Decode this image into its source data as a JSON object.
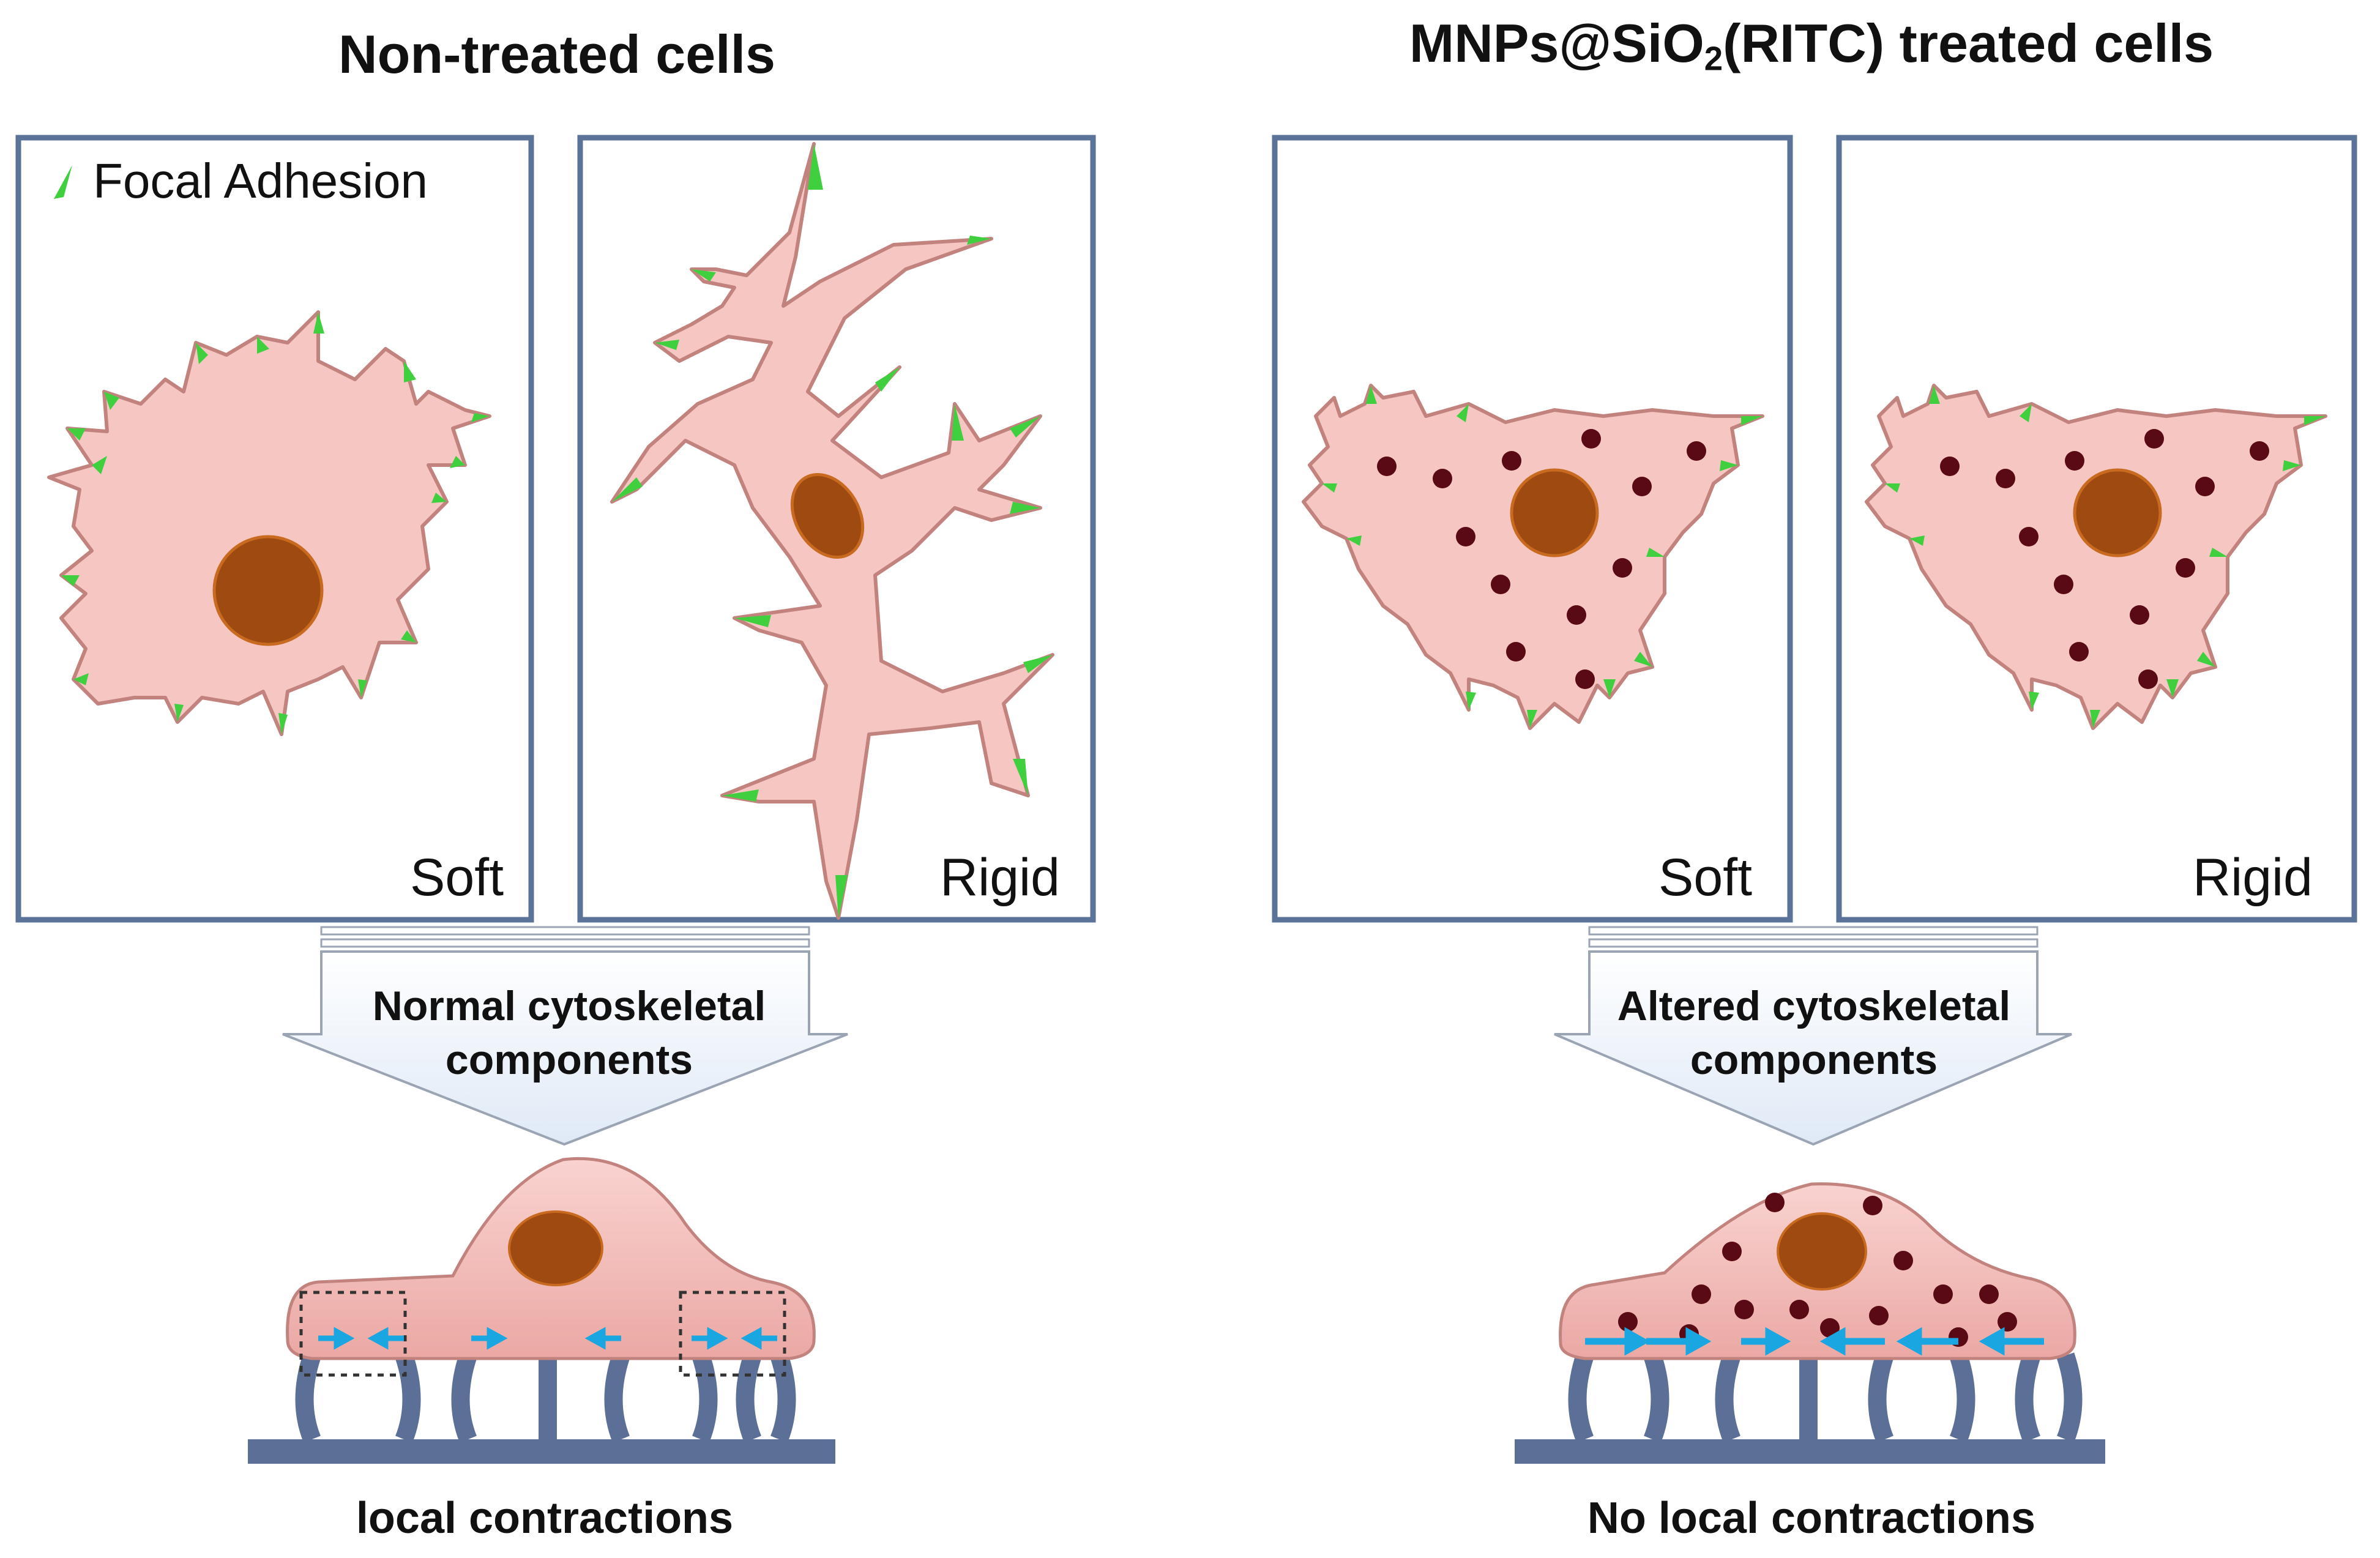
{
  "left": {
    "title": "Non-treated cells",
    "legend_label": "Focal Adhesion",
    "panel_soft_label": "Soft",
    "panel_rigid_label": "Rigid",
    "arrow_label_line1": "Normal cytoskeletal",
    "arrow_label_line2": "components",
    "bottom_label": "local contractions"
  },
  "right": {
    "title_prefix": "MNPs@SiO",
    "title_sub": "2",
    "title_suffix": "(RITC) treated cells",
    "panel_soft_label": "Soft",
    "panel_rigid_label": "Rigid",
    "arrow_label_line1": "Altered cytoskeletal",
    "arrow_label_line2": "components",
    "bottom_label": "No local contractions"
  },
  "colors": {
    "panel_border": "#5b7399",
    "cell_fill": "#f6c6c3",
    "cell_outline": "#c2837f",
    "nucleus": "#9e4a10",
    "focal_adhesion": "#3fcf3f",
    "nanoparticle": "#5a0a14",
    "force_arrow": "#1aa6e0",
    "substrate": "#5c6f96",
    "arrow_fill": "#e8f0fa"
  }
}
